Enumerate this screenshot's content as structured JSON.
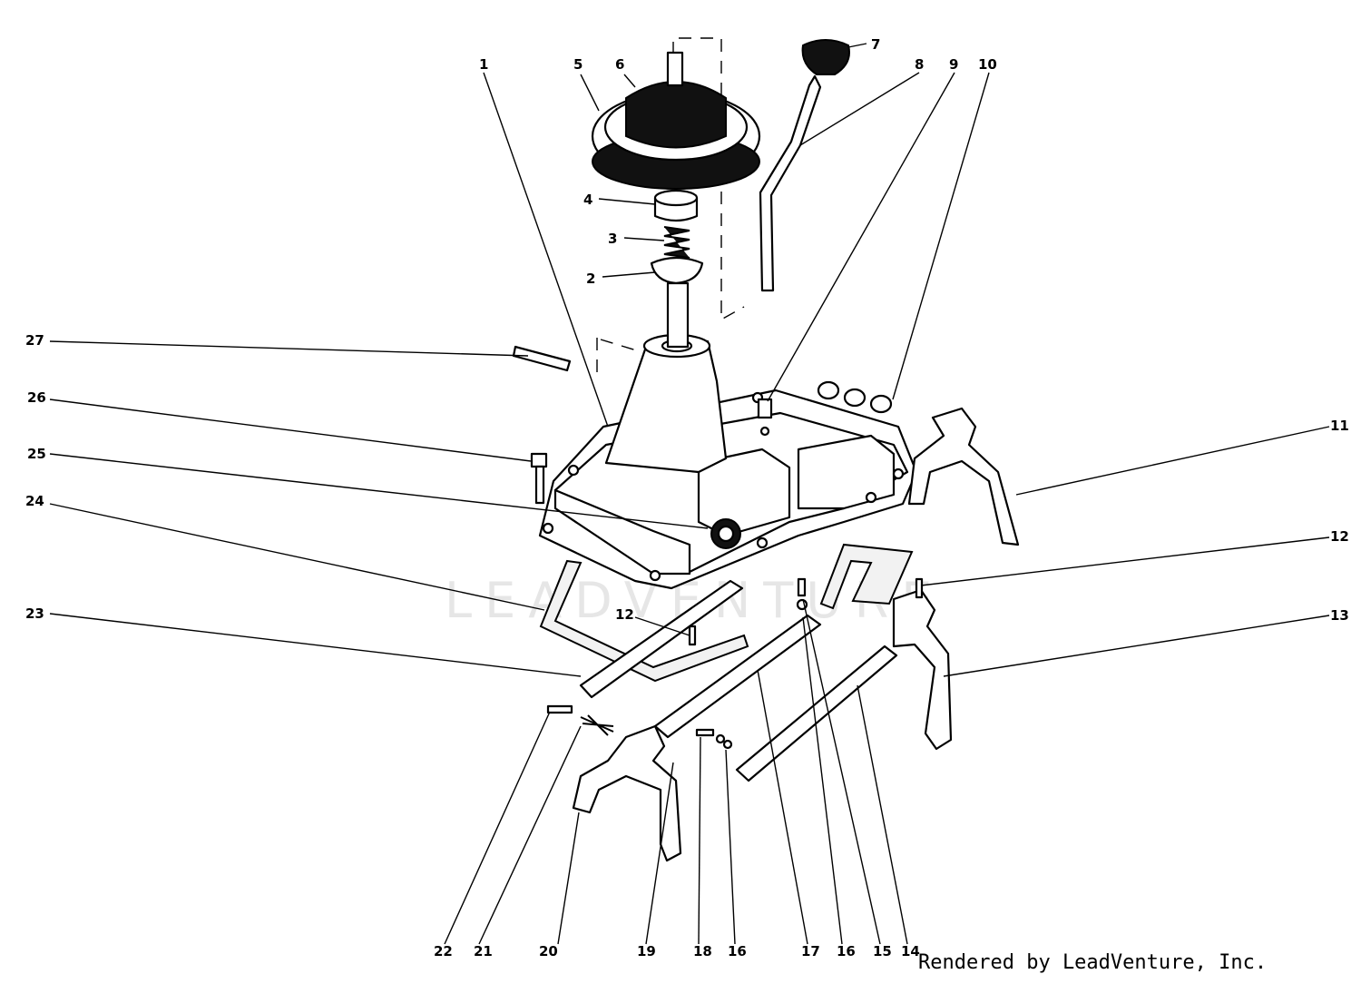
{
  "watermark": "LEADVENTURE",
  "credit": "Rendered by LeadVenture, Inc.",
  "callouts": [
    "1",
    "2",
    "3",
    "4",
    "5",
    "6",
    "7",
    "8",
    "9",
    "10",
    "11",
    "12",
    "12",
    "13",
    "14",
    "15",
    "16",
    "16",
    "17",
    "18",
    "19",
    "20",
    "21",
    "22",
    "23",
    "24",
    "25",
    "26",
    "27"
  ]
}
